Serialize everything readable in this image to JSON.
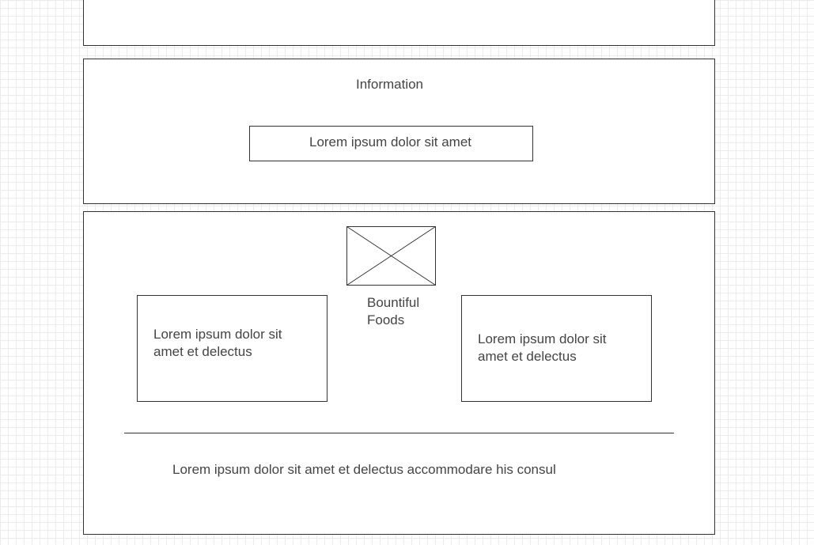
{
  "info_section": {
    "title": "Information",
    "button_label": "Lorem ipsum dolor sit amet"
  },
  "brand_section": {
    "image_icon": "image-placeholder-icon",
    "brand_name": "Bountiful Foods",
    "left_card_text": "Lorem ipsum dolor sit amet et delectus",
    "right_card_text": "Lorem ipsum dolor sit amet et delectus",
    "footer_text": "Lorem ipsum dolor sit amet et delectus accommodare his consul"
  },
  "colors": {
    "border": "#333333",
    "text": "#444444",
    "grid": "#ececec"
  }
}
